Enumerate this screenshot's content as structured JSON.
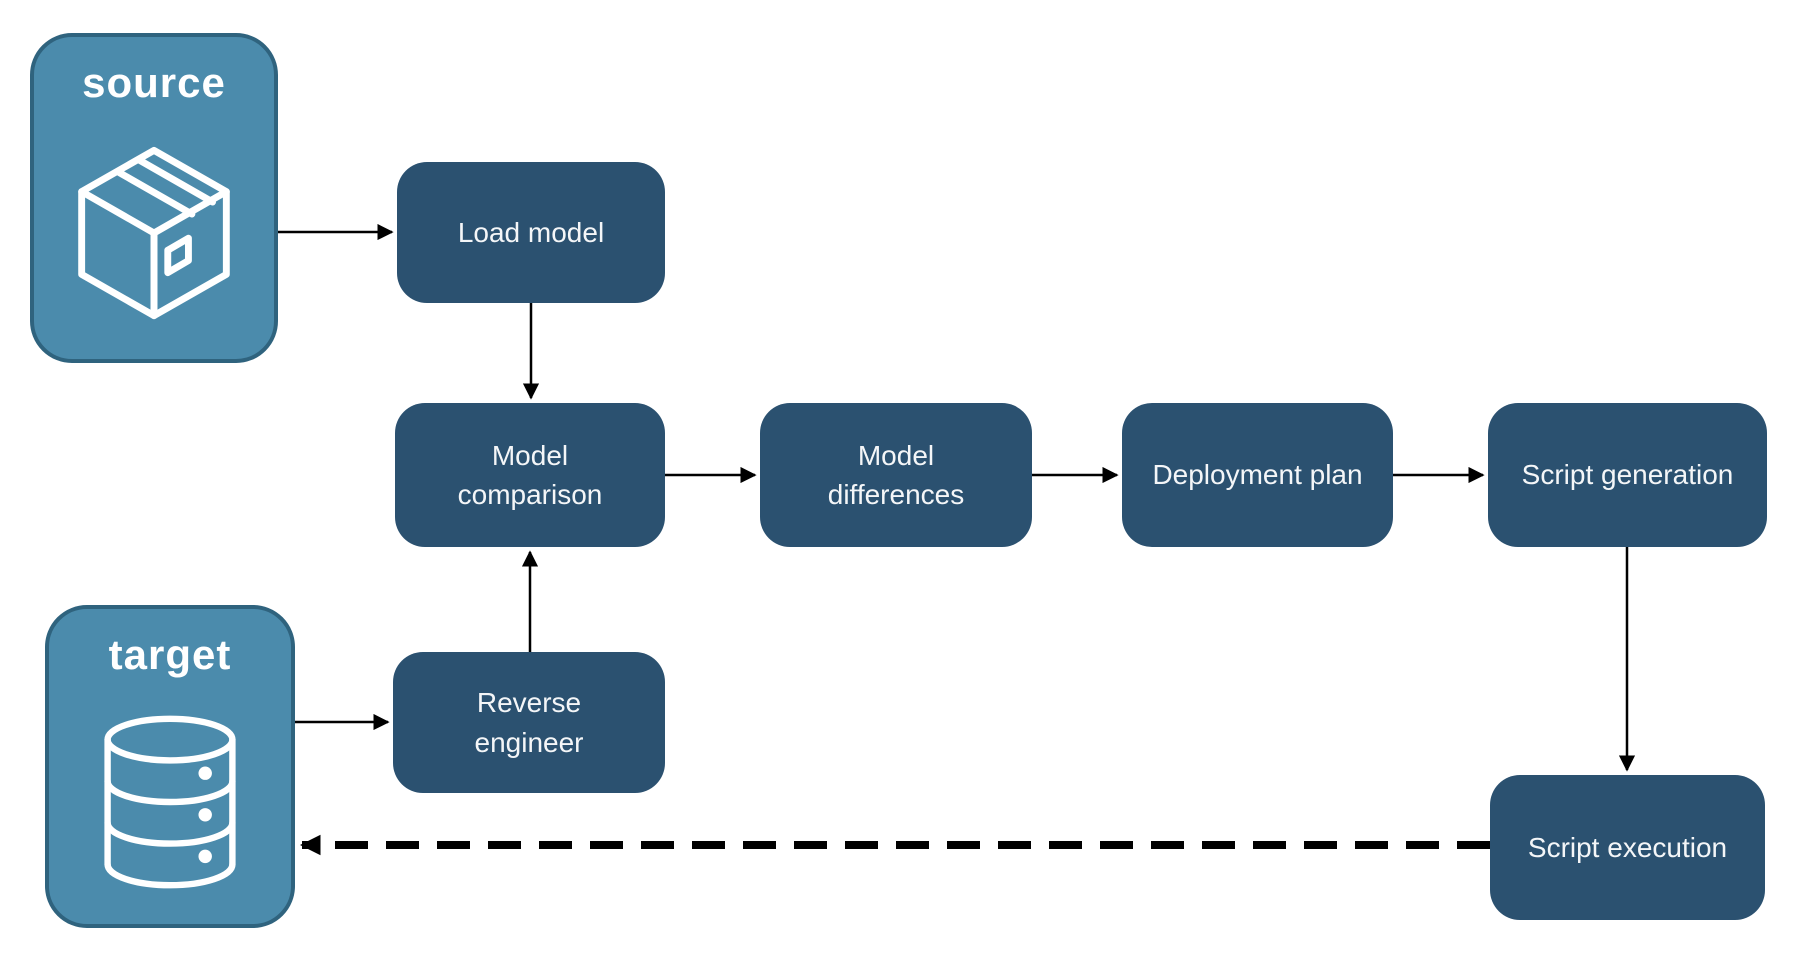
{
  "diagram": {
    "entities": {
      "source": {
        "label": "source",
        "icon": "package-icon"
      },
      "target": {
        "label": "target",
        "icon": "database-icon"
      }
    },
    "nodes": {
      "load_model": {
        "label": "Load model"
      },
      "model_comparison": {
        "label": "Model comparison"
      },
      "model_differences": {
        "label": "Model differences"
      },
      "deployment_plan": {
        "label": "Deployment plan"
      },
      "script_generation": {
        "label": "Script generation"
      },
      "reverse_engineer": {
        "label": "Reverse engineer"
      },
      "script_execution": {
        "label": "Script execution"
      }
    },
    "edges": [
      {
        "from": "source",
        "to": "load_model",
        "style": "solid"
      },
      {
        "from": "load_model",
        "to": "model_comparison",
        "style": "solid"
      },
      {
        "from": "target",
        "to": "reverse_engineer",
        "style": "solid"
      },
      {
        "from": "reverse_engineer",
        "to": "model_comparison",
        "style": "solid"
      },
      {
        "from": "model_comparison",
        "to": "model_differences",
        "style": "solid"
      },
      {
        "from": "model_differences",
        "to": "deployment_plan",
        "style": "solid"
      },
      {
        "from": "deployment_plan",
        "to": "script_generation",
        "style": "solid"
      },
      {
        "from": "script_generation",
        "to": "script_execution",
        "style": "solid"
      },
      {
        "from": "script_execution",
        "to": "target",
        "style": "dashed"
      }
    ],
    "colors": {
      "entity_fill": "#4B8BAC",
      "entity_border": "#2F637E",
      "process_fill": "#2B5170",
      "label_text": "#FFFFFF",
      "arrow": "#000000",
      "background": "#FFFFFF"
    }
  }
}
